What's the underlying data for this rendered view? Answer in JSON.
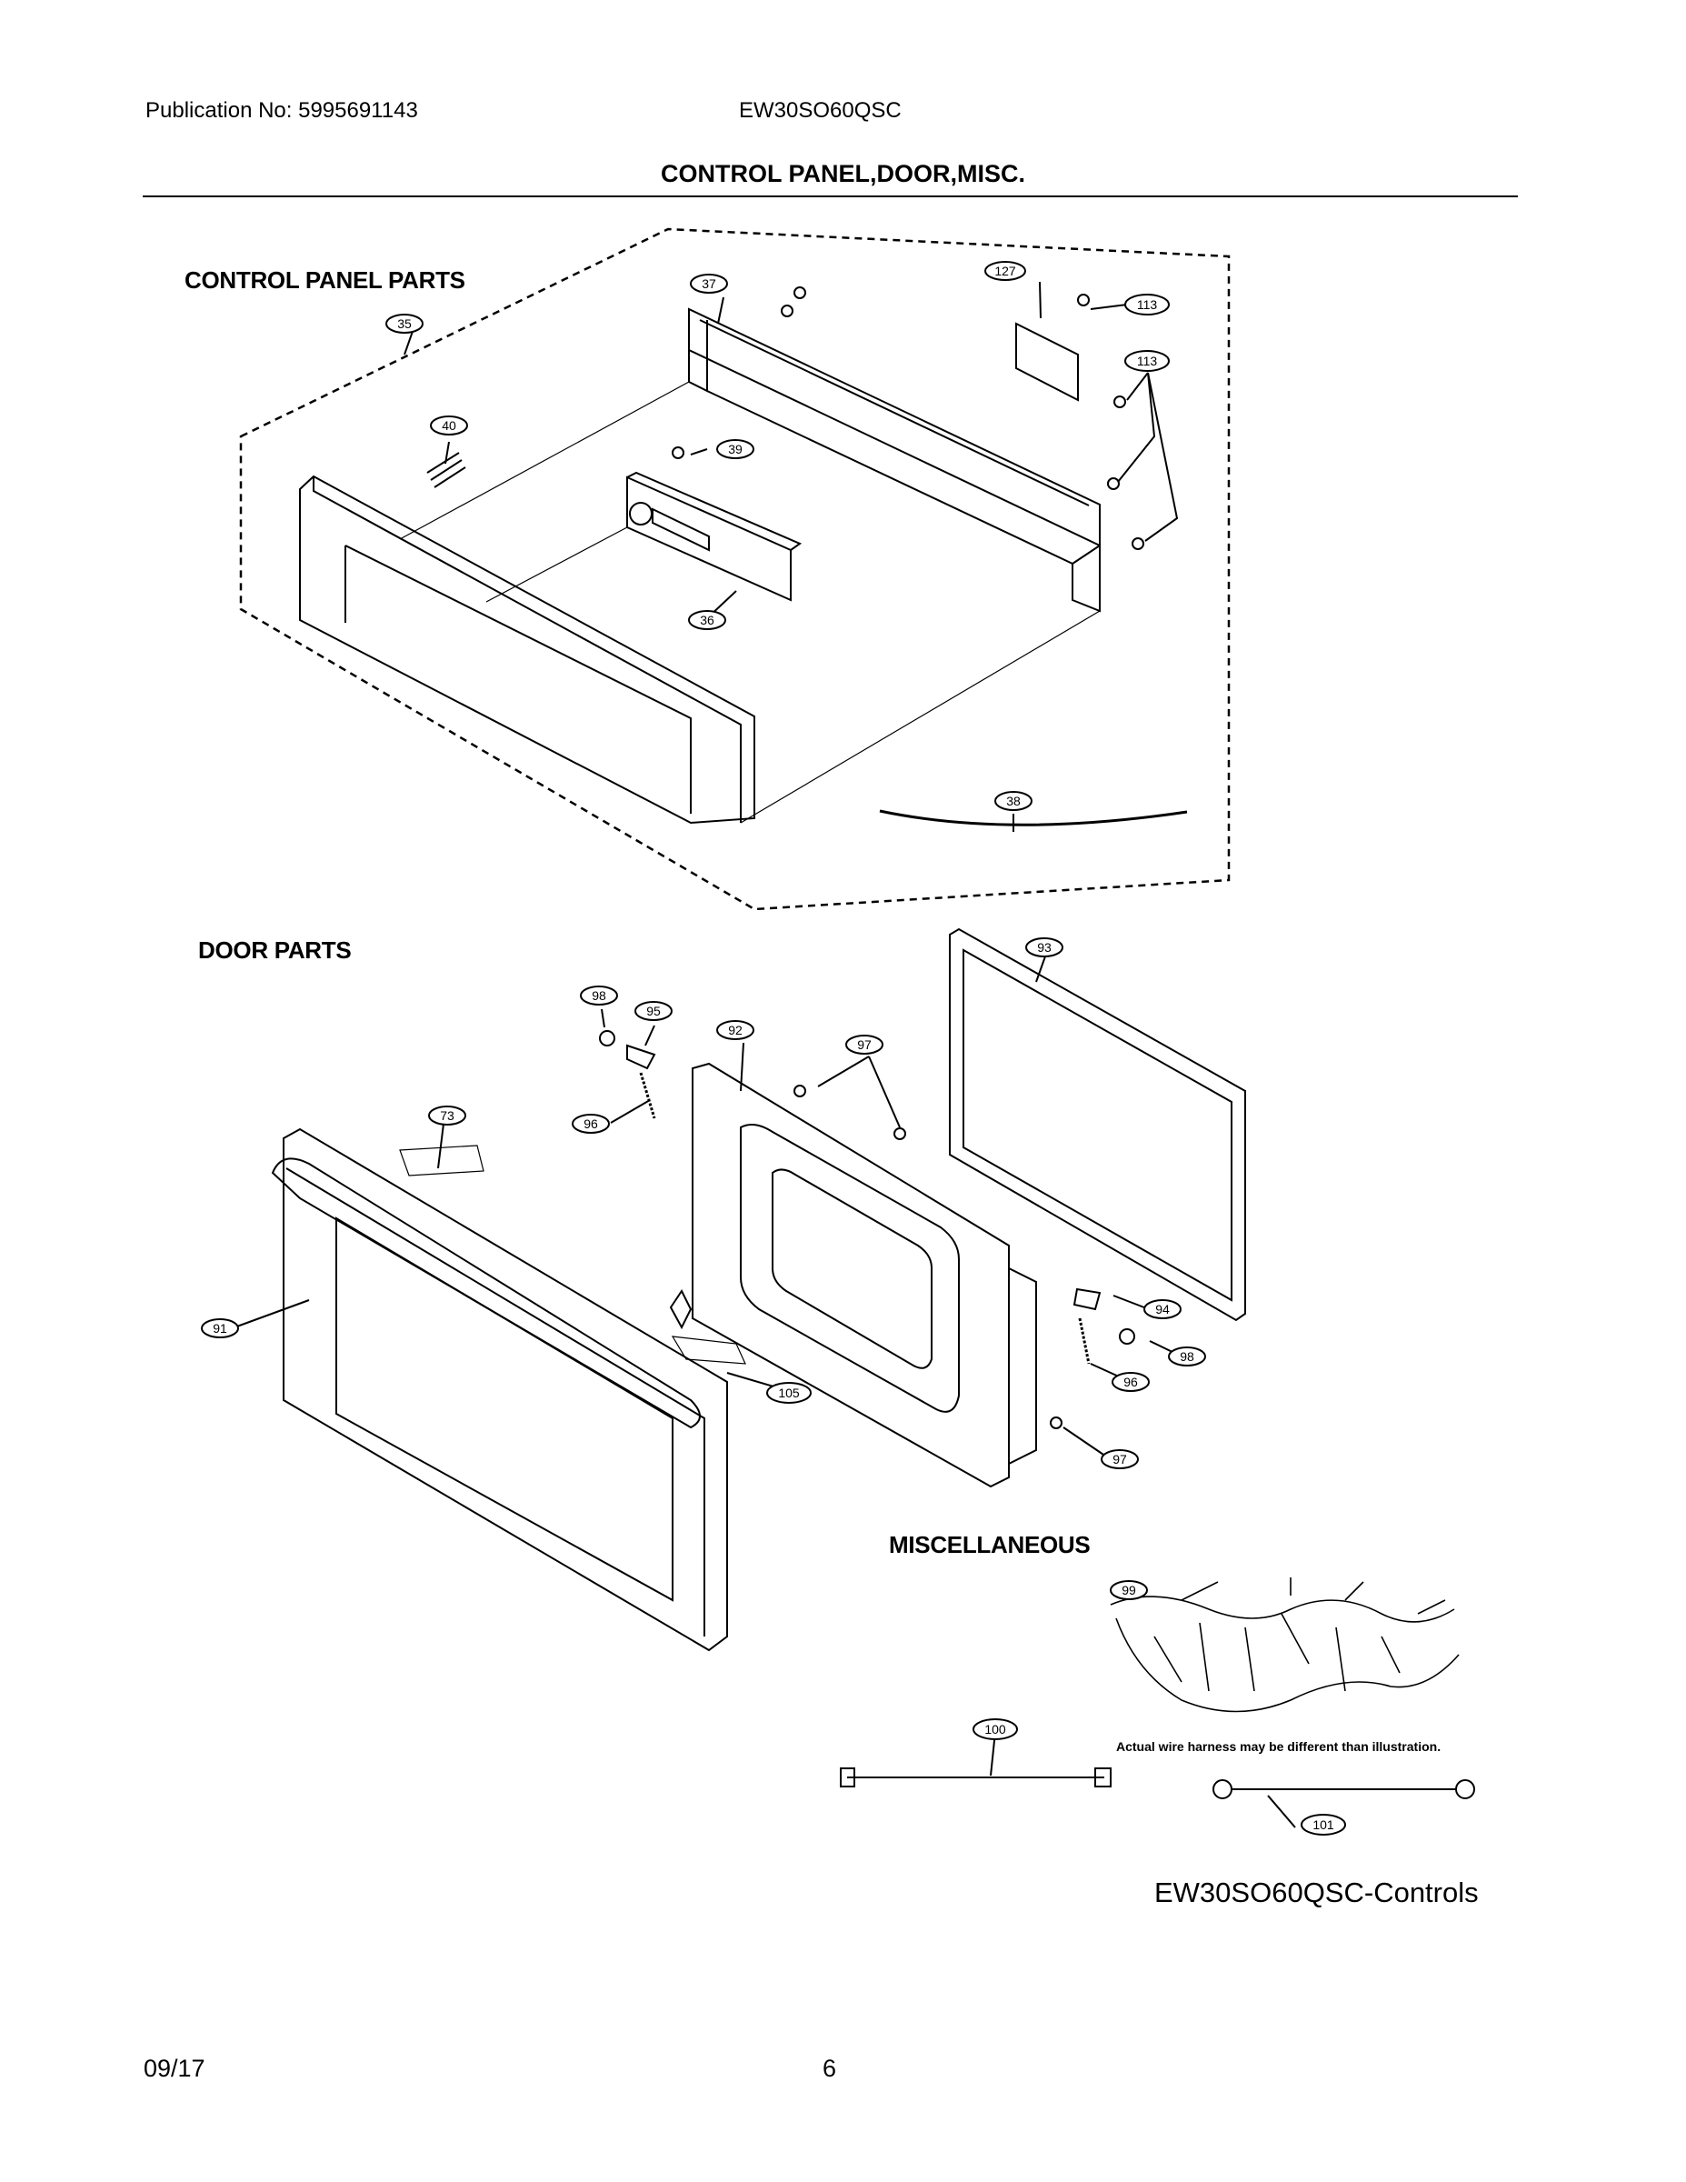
{
  "header": {
    "publication": "Publication No: 5995691143",
    "model": "EW30SO60QSC",
    "title": "CONTROL PANEL,DOOR,MISC."
  },
  "sections": {
    "control_panel": "CONTROL PANEL PARTS",
    "door": "DOOR PARTS",
    "misc": "MISCELLANEOUS"
  },
  "callouts": {
    "c35": "35",
    "c37": "37",
    "c127": "127",
    "c113a": "113",
    "c113b": "113",
    "c40": "40",
    "c39": "39",
    "c36": "36",
    "c38": "38",
    "c93": "93",
    "c98a": "98",
    "c95": "95",
    "c92": "92",
    "c97a": "97",
    "c73": "73",
    "c96a": "96",
    "c91": "91",
    "c94": "94",
    "c98b": "98",
    "c96b": "96",
    "c105": "105",
    "c97b": "97",
    "c99": "99",
    "c100": "100",
    "c101": "101"
  },
  "note": "Actual wire harness may be different than illustration.",
  "caption": "EW30SO60QSC-Controls",
  "footer": {
    "date": "09/17",
    "page": "6"
  }
}
